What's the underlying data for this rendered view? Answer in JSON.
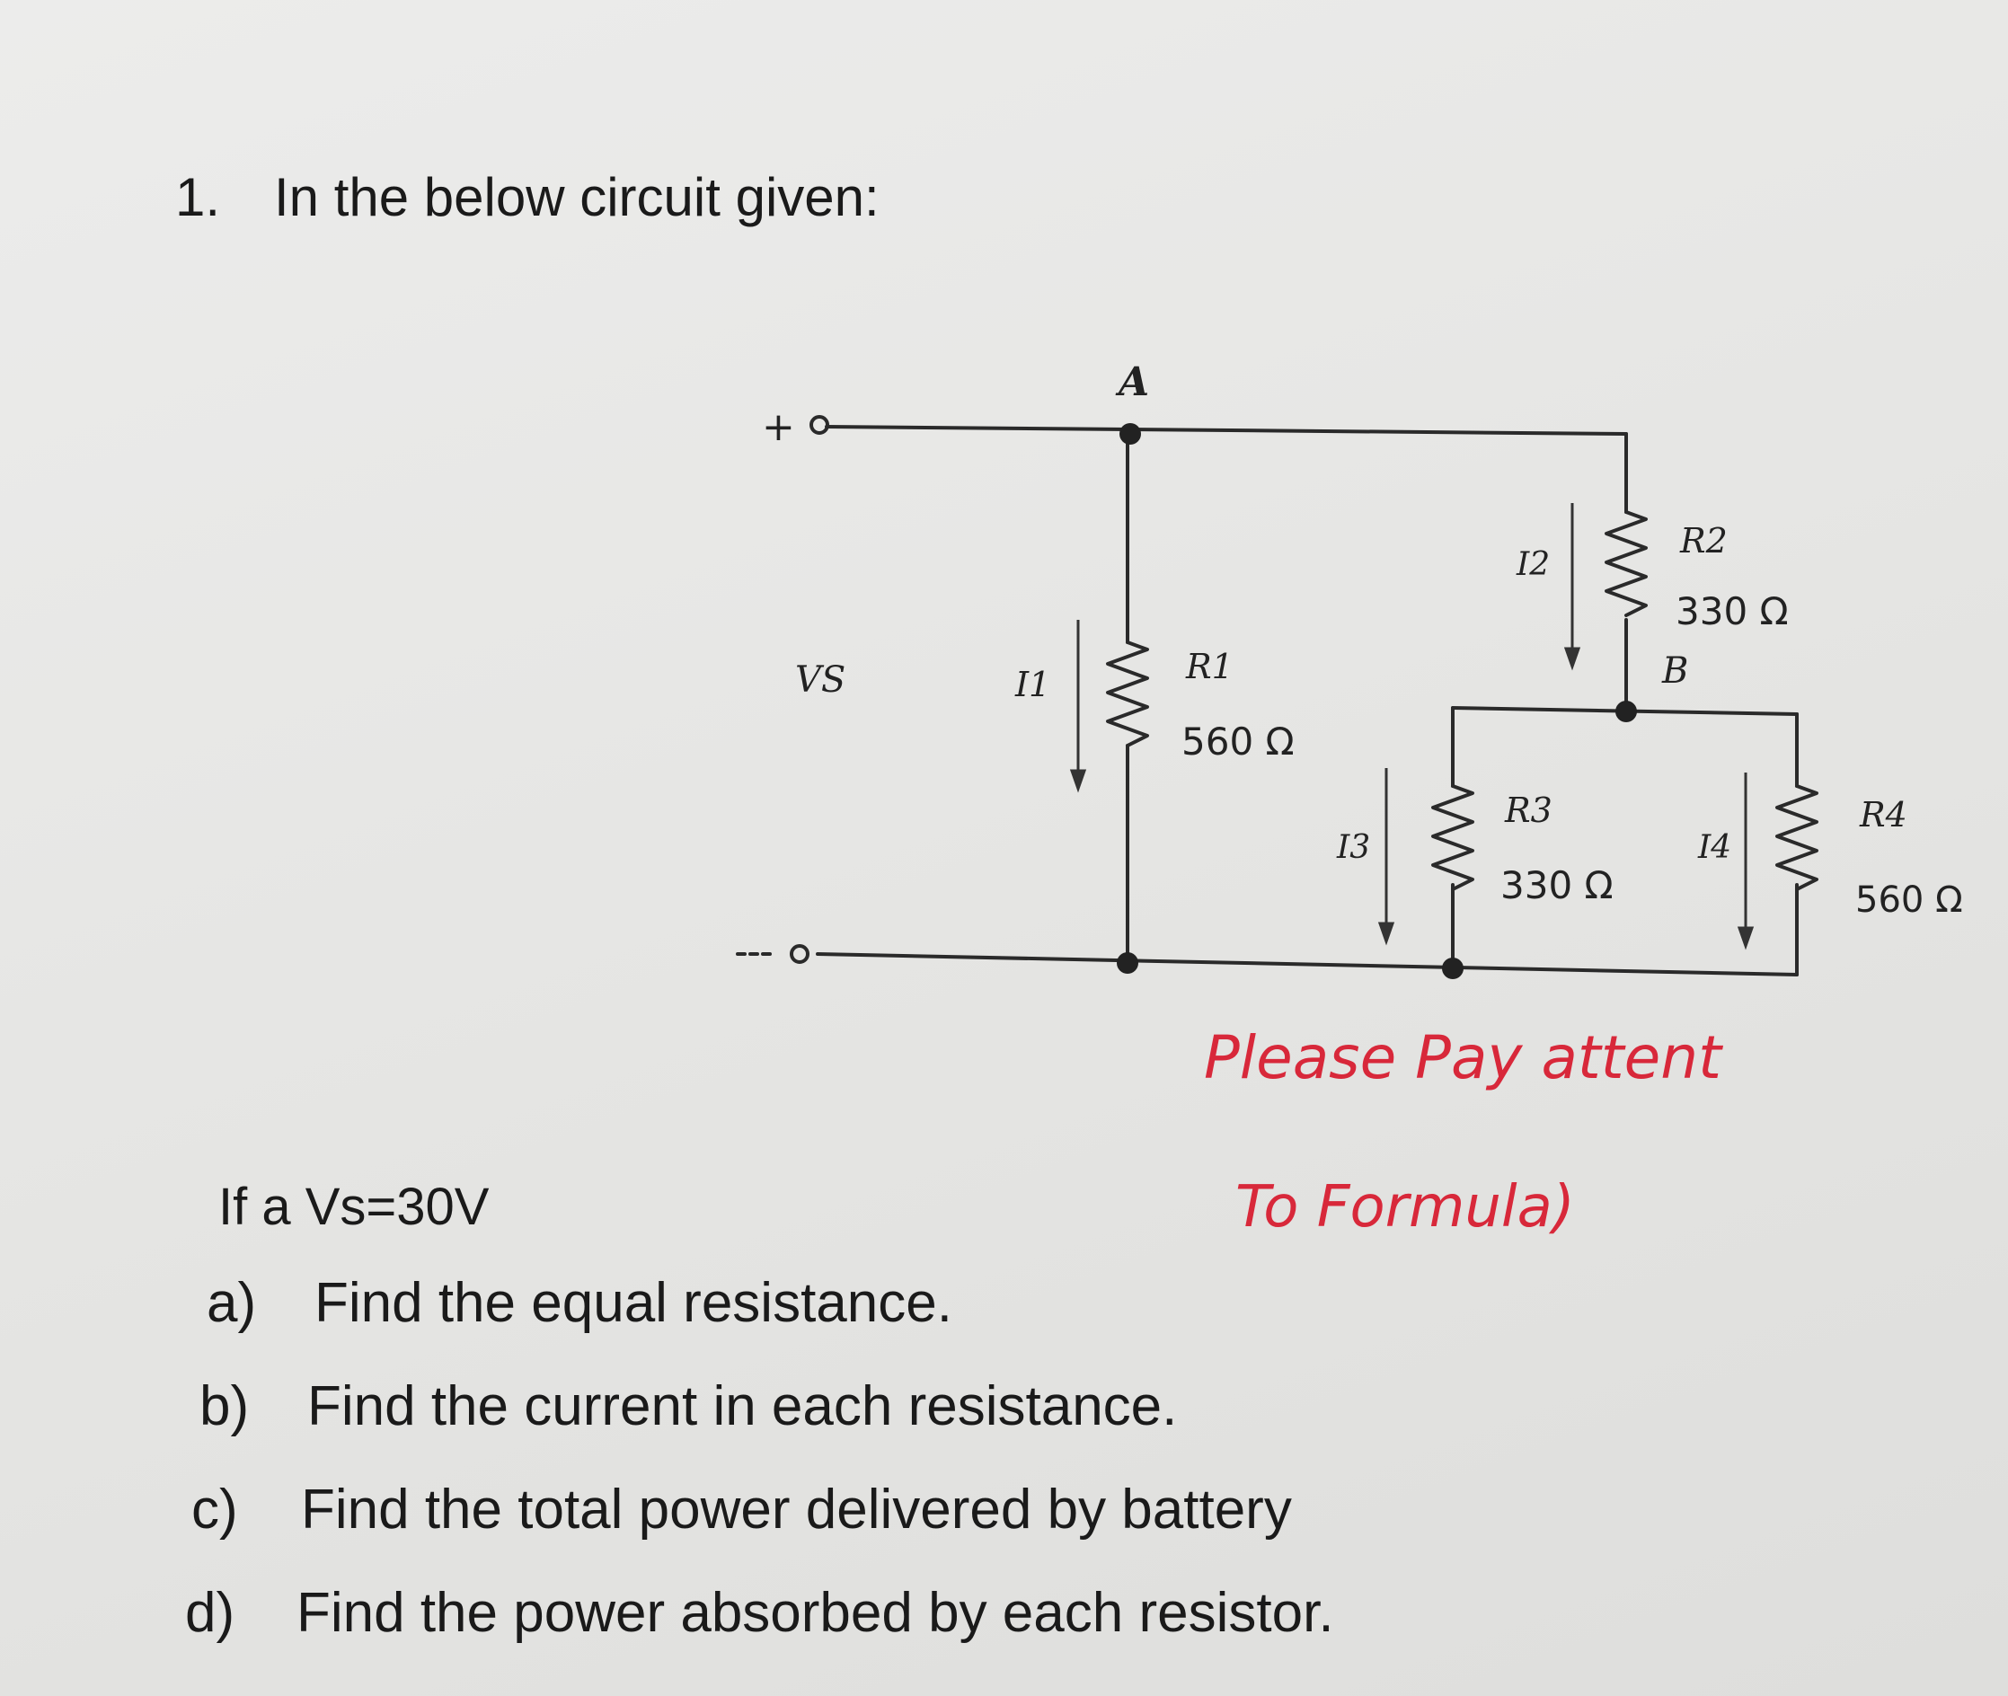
{
  "question": {
    "number": "1.",
    "text": "In the below circuit given:",
    "given": "If a Vs=30V",
    "parts": [
      {
        "label": "a)",
        "text": "Find the equal resistance."
      },
      {
        "label": "b)",
        "text": "Find the current in each resistance."
      },
      {
        "label": "c)",
        "text": "Find the total power delivered by battery"
      },
      {
        "label": "d)",
        "text": "Find the power absorbed by each resistor."
      }
    ]
  },
  "circuit": {
    "terminal_plus": "+",
    "terminal_minus": "−",
    "node_a": "A",
    "node_b": "B",
    "source": "VS",
    "resistors": [
      {
        "name": "R1",
        "value": "560 Ω",
        "current": "I1"
      },
      {
        "name": "R2",
        "value": "330 Ω",
        "current": "I2"
      },
      {
        "name": "R3",
        "value": "330 Ω",
        "current": "I3"
      },
      {
        "name": "R4",
        "value": "560 Ω",
        "current": "I4"
      }
    ]
  },
  "annotation": {
    "line1": "Please Pay attent",
    "line2": "To Formula)"
  },
  "colors": {
    "ink": "#1a1a1a",
    "annotation": "#d8283a",
    "paper": "#e8e8e6"
  }
}
